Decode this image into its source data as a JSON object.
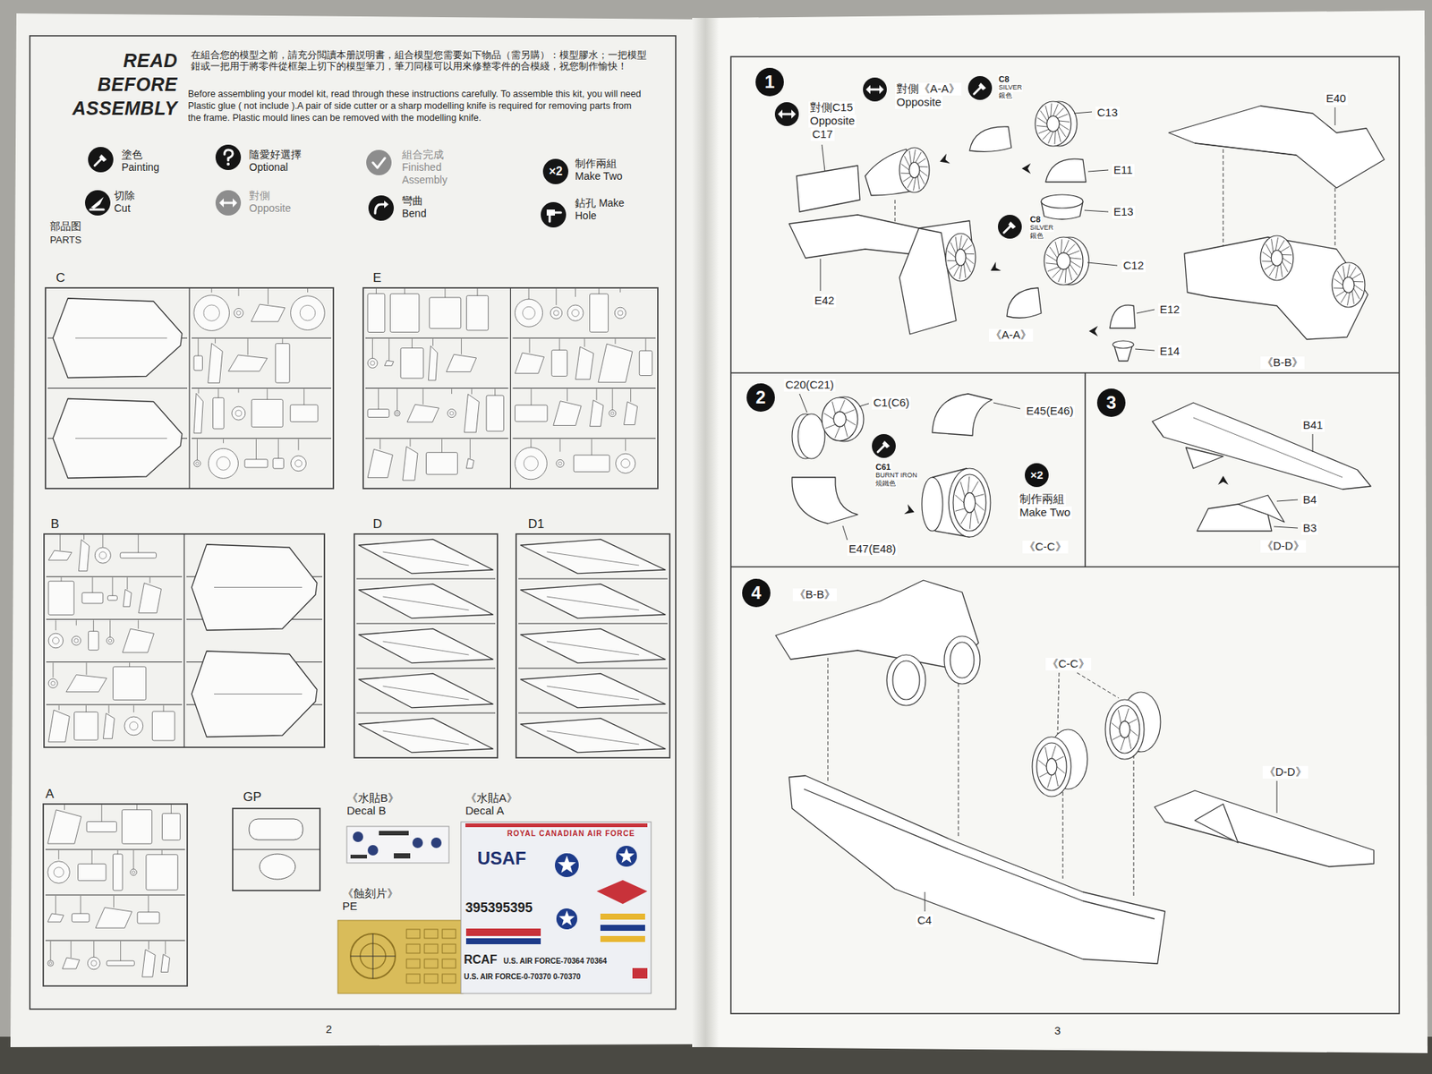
{
  "diagram": {
    "nodes": [
      {
        "text": [
          "C"
        ]
      },
      {
        "text": [
          "E"
        ]
      },
      {
        "text": [
          "B"
        ]
      },
      {
        "text": [
          "D"
        ]
      },
      {
        "text": [
          "D1"
        ]
      },
      {
        "text": [
          "A"
        ]
      },
      {
        "text": [
          "GP"
        ]
      },
      {
        "text": [
          "《水貼B》 Decal B"
        ]
      },
      {
        "text": [
          "《水貼A》 Decal A",
          "ROYAL CANADIAN AIR FORCE",
          "USAF",
          "395395395",
          "RCAF",
          "U.S. AIR FORCE-70364 70364",
          "U.S. AIR FORCE-0-70370 0-70370"
        ]
      },
      {
        "text": [
          "《蝕刻片》 PE"
        ]
      },
      {
        "text": [
          "1",
          "對側C15",
          "Opposite",
          "C17",
          "對側《A-A》",
          "Opposite",
          "C8",
          "SILVER",
          "銀色",
          "C13",
          "E40",
          "E11",
          "E13",
          "C8",
          "SILVER",
          "銀色",
          "C12",
          "E12",
          "E14",
          "E42",
          "《A-A》",
          "《B-B》"
        ]
      },
      {
        "text": [
          "2",
          "C20(C21)",
          "C1(C6)",
          "E45(E46)",
          "C61",
          "BURNT IRON",
          "燒鐵色",
          "×2",
          "制作兩組",
          "Make Two",
          "E47(E48)",
          "《C-C》"
        ]
      },
      {
        "text": [
          "3",
          "B41",
          "B4",
          "B3",
          "《D-D》"
        ]
      },
      {
        "text": [
          "4",
          "《B-B》",
          "《C-C》",
          "《D-D》",
          "C4"
        ]
      }
    ],
    "labels": [
      "READ",
      "BEFORE",
      "ASSEMBLY",
      "在組合您的模型之前，請充分閲讀本册説明書，組合模型您需要如下物品（需另購）：模型膠水；一把模型鉗或一把用于將零件從框架上切下的模型筆刀，筆刀同樣可以用來修整零件的合模綫，祝您制作愉快！",
      "Before assembling your model kit, read through these instructions carefully. To assemble this kit, you will need Plastic glue ( not include ).A pair of side cutter or a sharp modelling knife is required for removing parts from the frame. Plastic mould lines can be removed with the modelling knife.",
      "×2",
      "部品图",
      "PARTS",
      "2",
      "3"
    ],
    "legend": [
      {
        "text": "塗色 Painting"
      },
      {
        "text": "隨愛好選擇 Optional"
      },
      {
        "text": "組合完成 Finished Assembly"
      },
      {
        "text": "制作兩組 Make Two"
      },
      {
        "text": "切除 Cut"
      },
      {
        "text": "對側 Opposite"
      },
      {
        "text": "彎曲 Bend"
      },
      {
        "text": "鉆孔 Make Hole"
      }
    ]
  }
}
